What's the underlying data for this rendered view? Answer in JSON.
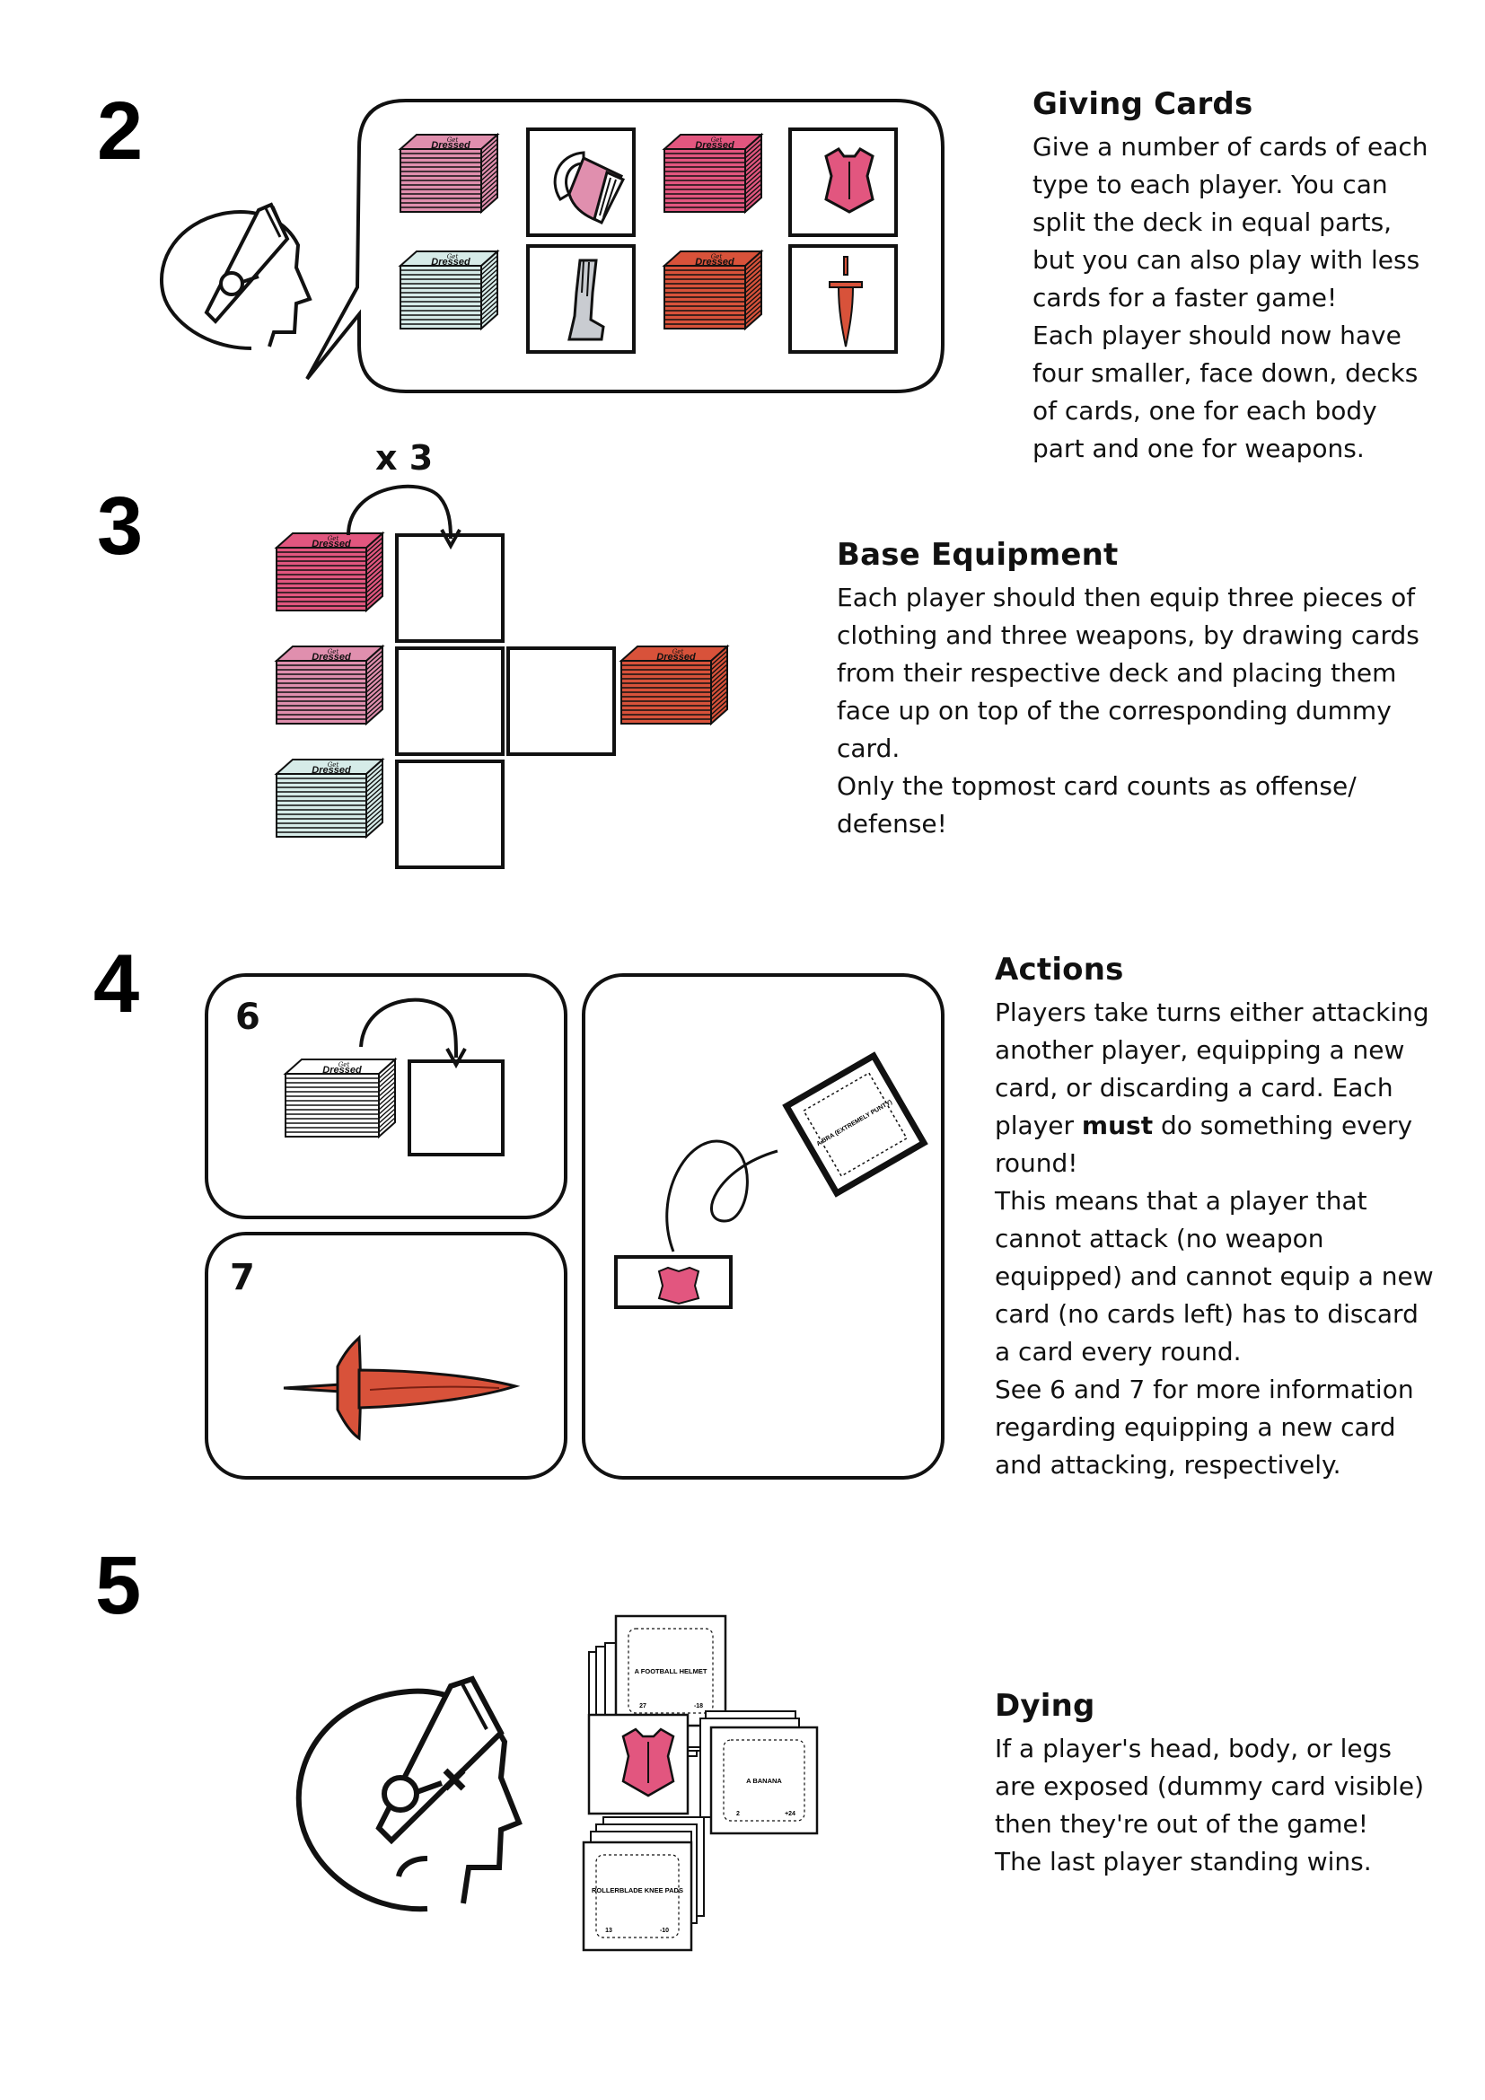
{
  "steps": [
    {
      "number": "2",
      "title": "Giving Cards",
      "lines": [
        "Give a number of cards of each",
        "type to each player. You can",
        "split the deck in equal parts,",
        "but you can also play with less",
        "cards for a faster game!",
        "Each player should now have",
        "four smaller, face down, decks",
        "of cards, one for each body",
        "part and one for weapons."
      ]
    },
    {
      "number": "3",
      "title": "Base Equipment",
      "multiplier": "x 3",
      "lines": [
        "Each player should then equip three pieces of",
        "clothing and three weapons, by drawing cards",
        "from their respective deck and placing them",
        "face up on top of the corresponding dummy",
        "card.",
        "Only the topmost card counts as offense/",
        "defense!"
      ]
    },
    {
      "number": "4",
      "title": "Actions",
      "panel_labels": [
        "6",
        "7"
      ],
      "lines_before_bold": "Players take turns either attacking another player, equipping a new card, or discarding a card. Each player ",
      "bold_word": "must",
      "line_after_bold": " do something every",
      "lines": [
        "Players take turns either attacking",
        "another player, equipping a new",
        "card, or discarding a card. Each",
        "round!",
        "This means that a player that",
        "cannot attack (no weapon",
        "equipped) and cannot equip a new",
        "card (no cards left) has to discard",
        "a card every round.",
        "See 6 and 7 for more information",
        "regarding equipping a new card",
        "and attacking, respectively."
      ],
      "line4_prefix": "player ",
      "discard_card_text": "A BRA (EXTREMELY PUNTY)"
    },
    {
      "number": "5",
      "title": "Dying",
      "lines": [
        "If a player's head, body, or legs",
        "are exposed (dummy card visible)",
        "then they're out of the game!",
        "The last player standing wins."
      ],
      "cards": {
        "helmet": {
          "name": "A FOOTBALL HELMET",
          "left": "27",
          "right": "-18"
        },
        "banana": {
          "name": "A BANANA",
          "left": "2",
          "right": "+24"
        },
        "pads": {
          "name": "ROLLERBLADE KNEE PADS",
          "left": "13",
          "right": "-10"
        }
      }
    }
  ],
  "deck_label_script": "Get",
  "deck_label": "Dressed",
  "colors": {
    "head_pink": "#e08fae",
    "body_pink": "#e2567f",
    "legs_mint": "#d6ebe8",
    "weapon_red": "#d8523a",
    "outline": "#111111"
  },
  "icons": [
    "helmet-icon",
    "armor-icon",
    "greave-icon",
    "dagger-icon",
    "player-head-icon",
    "dead-player-icon"
  ]
}
